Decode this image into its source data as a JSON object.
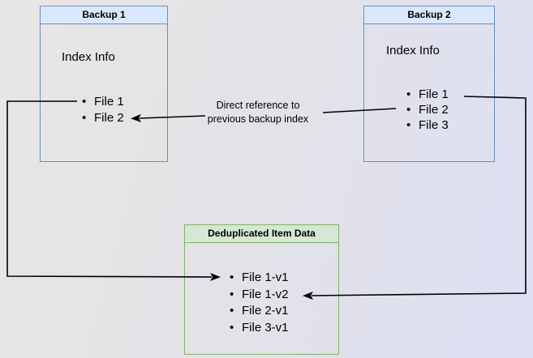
{
  "diagram": {
    "nodes": [
      {
        "id": "backup1",
        "title": "Backup 1",
        "subtitle": "Index Info",
        "items": [
          "File 1",
          "File 2"
        ]
      },
      {
        "id": "backup2",
        "title": "Backup 2",
        "subtitle": "Index Info",
        "items": [
          "File 1",
          "File 2",
          "File 3"
        ]
      },
      {
        "id": "dedup",
        "title": "Deduplicated Item Data",
        "items": [
          "File 1-v1",
          "File 1-v2",
          "File 2-v1",
          "File 3-v1"
        ]
      }
    ],
    "edges": [
      {
        "from": "Backup 2 / File 2",
        "to": "Backup 1 / File 2",
        "label": "Direct reference to previous backup index",
        "label_lines": [
          "Direct reference to",
          "previous backup index"
        ]
      },
      {
        "from": "Backup 1 / File 1",
        "to": "Deduplicated Item Data / File 1-v1",
        "label": ""
      },
      {
        "from": "Backup 2 / File 1",
        "to": "Deduplicated Item Data / File 1-v2",
        "label": ""
      }
    ],
    "colors": {
      "blue_header_bg": "#dae8fc",
      "blue_border": "#6c8ebf",
      "green_header_bg": "#d5e8d4",
      "green_border": "#82b366",
      "arrow": "#000000",
      "background_left": "#e8e6e5",
      "background_right": "#dde0f4"
    }
  }
}
